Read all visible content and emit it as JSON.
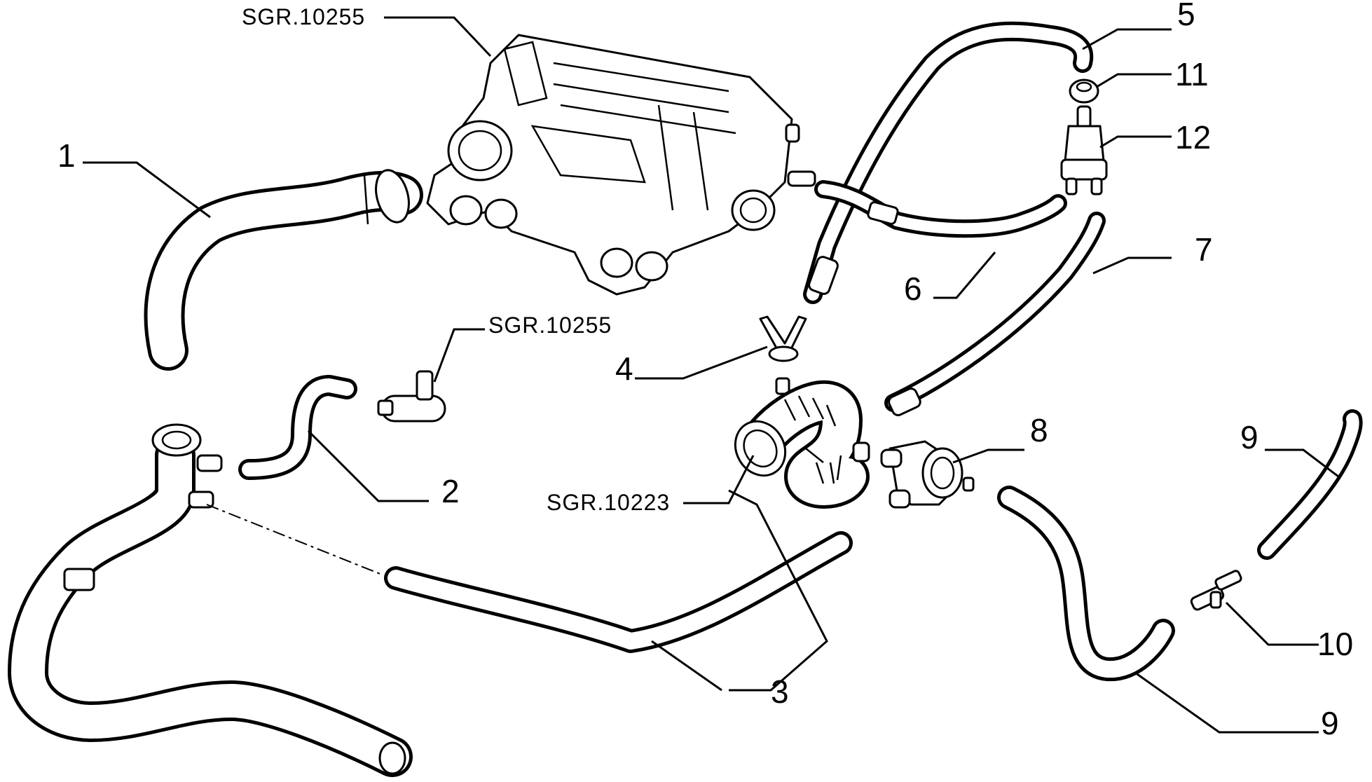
{
  "diagram": {
    "callouts": {
      "c1": "1",
      "c2": "2",
      "c3": "3",
      "c4": "4",
      "c5": "5",
      "c6": "6",
      "c7": "7",
      "c8": "8",
      "c9a": "9",
      "c9b": "9",
      "c10": "10",
      "c11": "11",
      "c12": "12"
    },
    "references": {
      "manifold": "SGR.10255",
      "fitting": "SGR.10255",
      "bellows_hose": "SGR.10223"
    }
  }
}
